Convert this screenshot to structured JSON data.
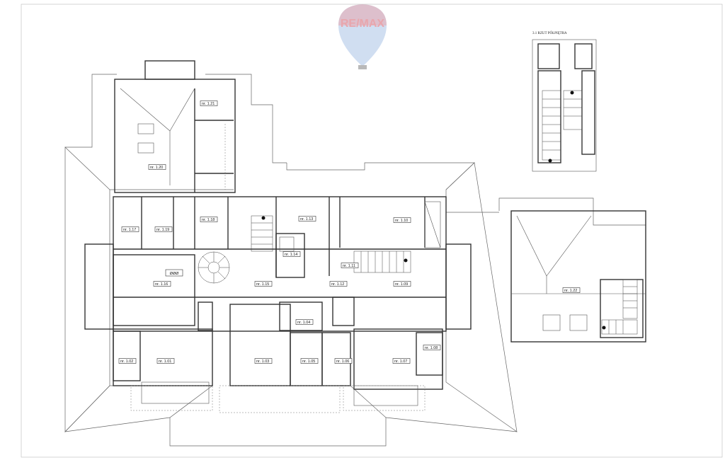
{
  "logo": {
    "text": "RE/MAX"
  },
  "inset": {
    "title": "3.1 RZUT PÓŁPIĘTRA"
  },
  "rooms": [
    {
      "id": "r101",
      "label": "nr. 1.01"
    },
    {
      "id": "r102",
      "label": "nr. 1.02"
    },
    {
      "id": "r103",
      "label": "nr. 1.03"
    },
    {
      "id": "r104",
      "label": "nr. 1.04"
    },
    {
      "id": "r105",
      "label": "nr. 1.05"
    },
    {
      "id": "r106",
      "label": "nr. 1.06"
    },
    {
      "id": "r107",
      "label": "nr. 1.07"
    },
    {
      "id": "r108",
      "label": "nr. 1.08"
    },
    {
      "id": "r109",
      "label": "nr. 1.09"
    },
    {
      "id": "r110",
      "label": "nr. 1.10"
    },
    {
      "id": "r111",
      "label": "nr. 1.11"
    },
    {
      "id": "r112",
      "label": "nr. 1.12"
    },
    {
      "id": "r113",
      "label": "nr. 1.13"
    },
    {
      "id": "r114",
      "label": "nr. 1.14"
    },
    {
      "id": "r115",
      "label": "nr. 1.15"
    },
    {
      "id": "r116",
      "label": "nr. 1.16"
    },
    {
      "id": "r117",
      "label": "nr. 1.17"
    },
    {
      "id": "r118",
      "label": "nr. 1.18"
    },
    {
      "id": "r119",
      "label": "nr. 1.19"
    },
    {
      "id": "r120",
      "label": "nr. 1.20"
    },
    {
      "id": "r121",
      "label": "nr. 1.21"
    },
    {
      "id": "r122",
      "label": "nr. 1.22"
    }
  ],
  "marker": {
    "text": "ØØØ"
  },
  "colors": {
    "logo": "#e8a6ad",
    "balloon_blue": "#a9c3e6",
    "lines": "#333333"
  }
}
